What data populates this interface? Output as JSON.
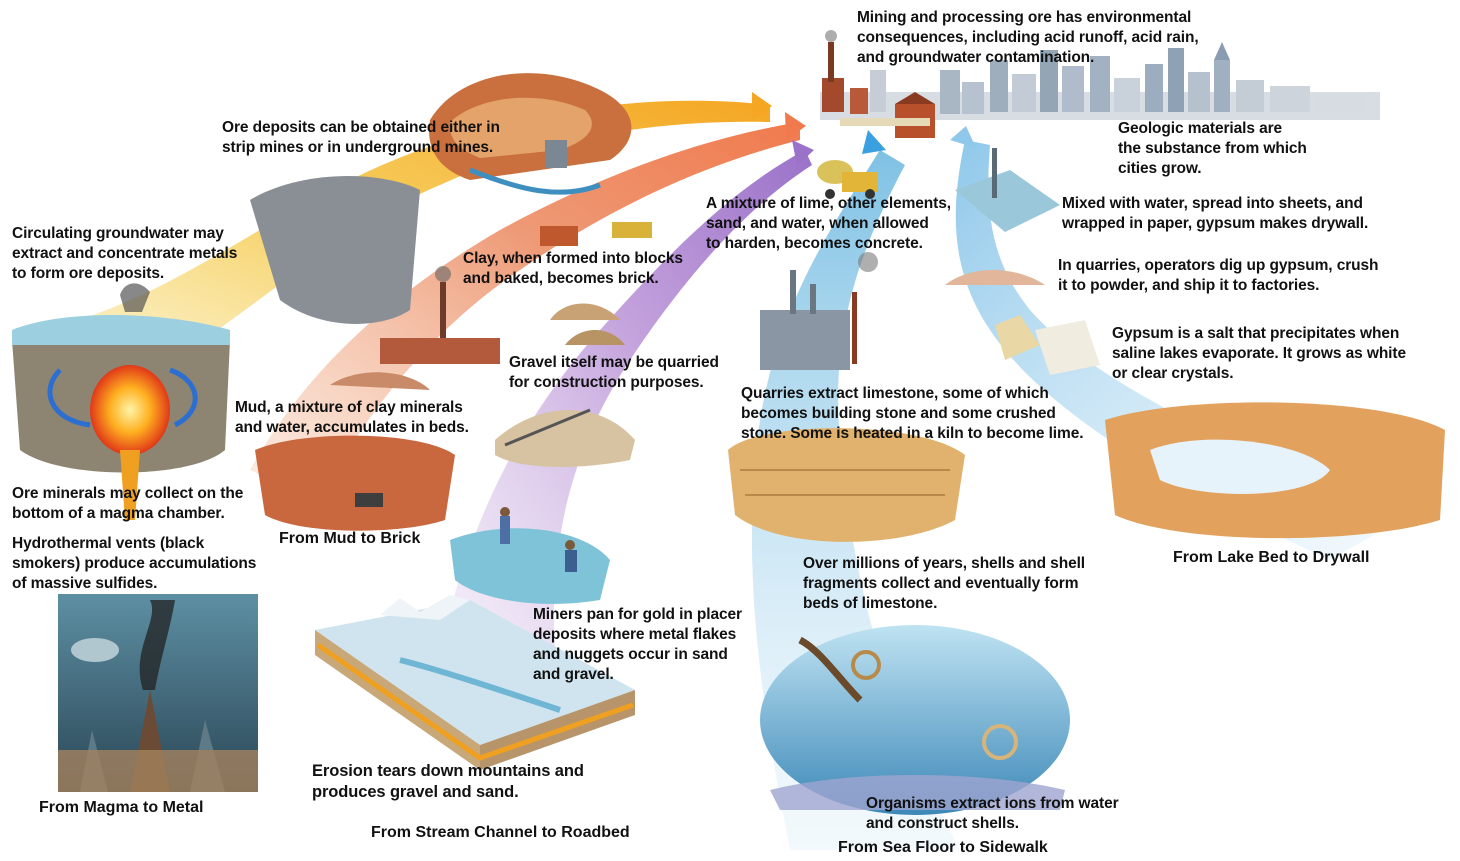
{
  "titles": {
    "magma": "From Magma to Metal",
    "mud": "From Mud to Brick",
    "stream": "From Stream Channel to Roadbed",
    "seafloor": "From Sea Floor to Sidewalk",
    "lakebed": "From Lake Bed to Drywall"
  },
  "captions": {
    "mining_consequences": "Mining and processing ore has environmental\nconsequences, including acid runoff, acid rain,\nand groundwater contamination.",
    "geologic_materials": "Geologic materials are\nthe substance from which\ncities grow.",
    "ore_deposits": "Ore deposits can be obtained either in\nstrip mines or in underground mines.",
    "groundwater": "Circulating groundwater may\nextract and concentrate metals\nto form ore deposits.",
    "ore_minerals": "Ore minerals may collect on the\nbottom of a magma chamber.",
    "hydrothermal": "Hydrothermal vents (black\nsmokers) produce accumulations\nof massive sulfides.",
    "concrete": "A mixture of lime, other elements,\nsand, and water, when allowed\nto harden, becomes concrete.",
    "drywall": "Mixed with water, spread into sheets, and\nwrapped in paper, gypsum makes drywall.",
    "quarries_gypsum": "In quarries, operators dig up gypsum, crush\nit to powder, and ship it to factories.",
    "gypsum_salt": "Gypsum is a salt that precipitates when\nsaline lakes evaporate. It grows as white\nor clear crystals.",
    "clay": "Clay, when formed into blocks\nand baked, becomes brick.",
    "gravel": "Gravel itself may be quarried\nfor construction purposes.",
    "mud": "Mud, a mixture of clay minerals\nand water, accumulates in beds.",
    "limestone_quarry": "Quarries extract limestone, some of which\nbecomes building stone and some crushed\nstone. Some is heated in a kiln to become lime.",
    "shells": "Over millions of years, shells and shell\nfragments collect and eventually form\nbeds of limestone.",
    "gold_panning": "Miners pan for gold in placer\ndeposits where metal flakes\nand nuggets occur in sand\nand gravel.",
    "erosion": "Erosion tears down mountains and\nproduces gravel and sand.",
    "organisms": "Organisms extract ions from water\nand construct shells."
  },
  "colors": {
    "magma_band": "#f2c94c",
    "mud_band": "#e9a07a",
    "stream_band": "#c9a8d8",
    "sea_band": "#7fc1e4",
    "lake_band": "#8fc8ea",
    "arrow_orange": "#f5a623",
    "arrow_salmon": "#f07a4e",
    "arrow_purple": "#9b72c9",
    "arrow_blue": "#3aa0e0"
  }
}
